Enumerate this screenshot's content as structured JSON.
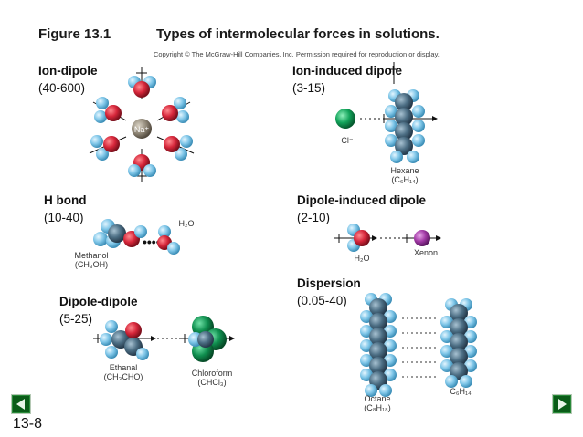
{
  "figure": {
    "label": "Figure 13.1",
    "title": "Types of intermolecular forces in solutions.",
    "copyright": "Copyright © The McGraw-Hill Companies, Inc. Permission required for reproduction or display."
  },
  "sections": {
    "ion_dipole": {
      "title": "Ion-dipole",
      "range": "(40-600)",
      "ion_label": "Na⁺"
    },
    "ion_induced_dipole": {
      "title": "Ion-induced dipole",
      "range": "(3-15)",
      "ion_label": "Cl⁻",
      "molecule": "Hexane",
      "formula": "(C₆H₁₄)"
    },
    "h_bond": {
      "title": "H bond",
      "range": "(10-40)",
      "molecule": "Methanol",
      "formula": "(CH₃OH)",
      "partner": "H₂O"
    },
    "dipole_induced_dipole": {
      "title": "Dipole-induced dipole",
      "range": "(2-10)",
      "molecule": "H₂O",
      "partner": "Xenon"
    },
    "dispersion": {
      "title": "Dispersion",
      "range": "(0.05-40)",
      "molecule": "Octane",
      "formula": "(C₈H₁₈)",
      "partner": "C₆H₁₄"
    },
    "dipole_dipole": {
      "title": "Dipole-dipole",
      "range": "(5-25)",
      "molecule": "Ethanal",
      "formula": "(CH₃CHO)",
      "partner": "Chloroform",
      "partner_formula": "(CHCl₃)"
    }
  },
  "slide_number": "13-8",
  "colors": {
    "oxygen": "#d6263a",
    "hydrogen": "#7fc6e8",
    "carbon": "#4c6e84",
    "sodium": "#8f8676",
    "chlorine": "#12a35a",
    "xenon": "#a23aa6",
    "nav_green": "#0a5c18"
  },
  "nav": {
    "prev_icon": "triangle-left-icon",
    "next_icon": "triangle-right-icon"
  }
}
